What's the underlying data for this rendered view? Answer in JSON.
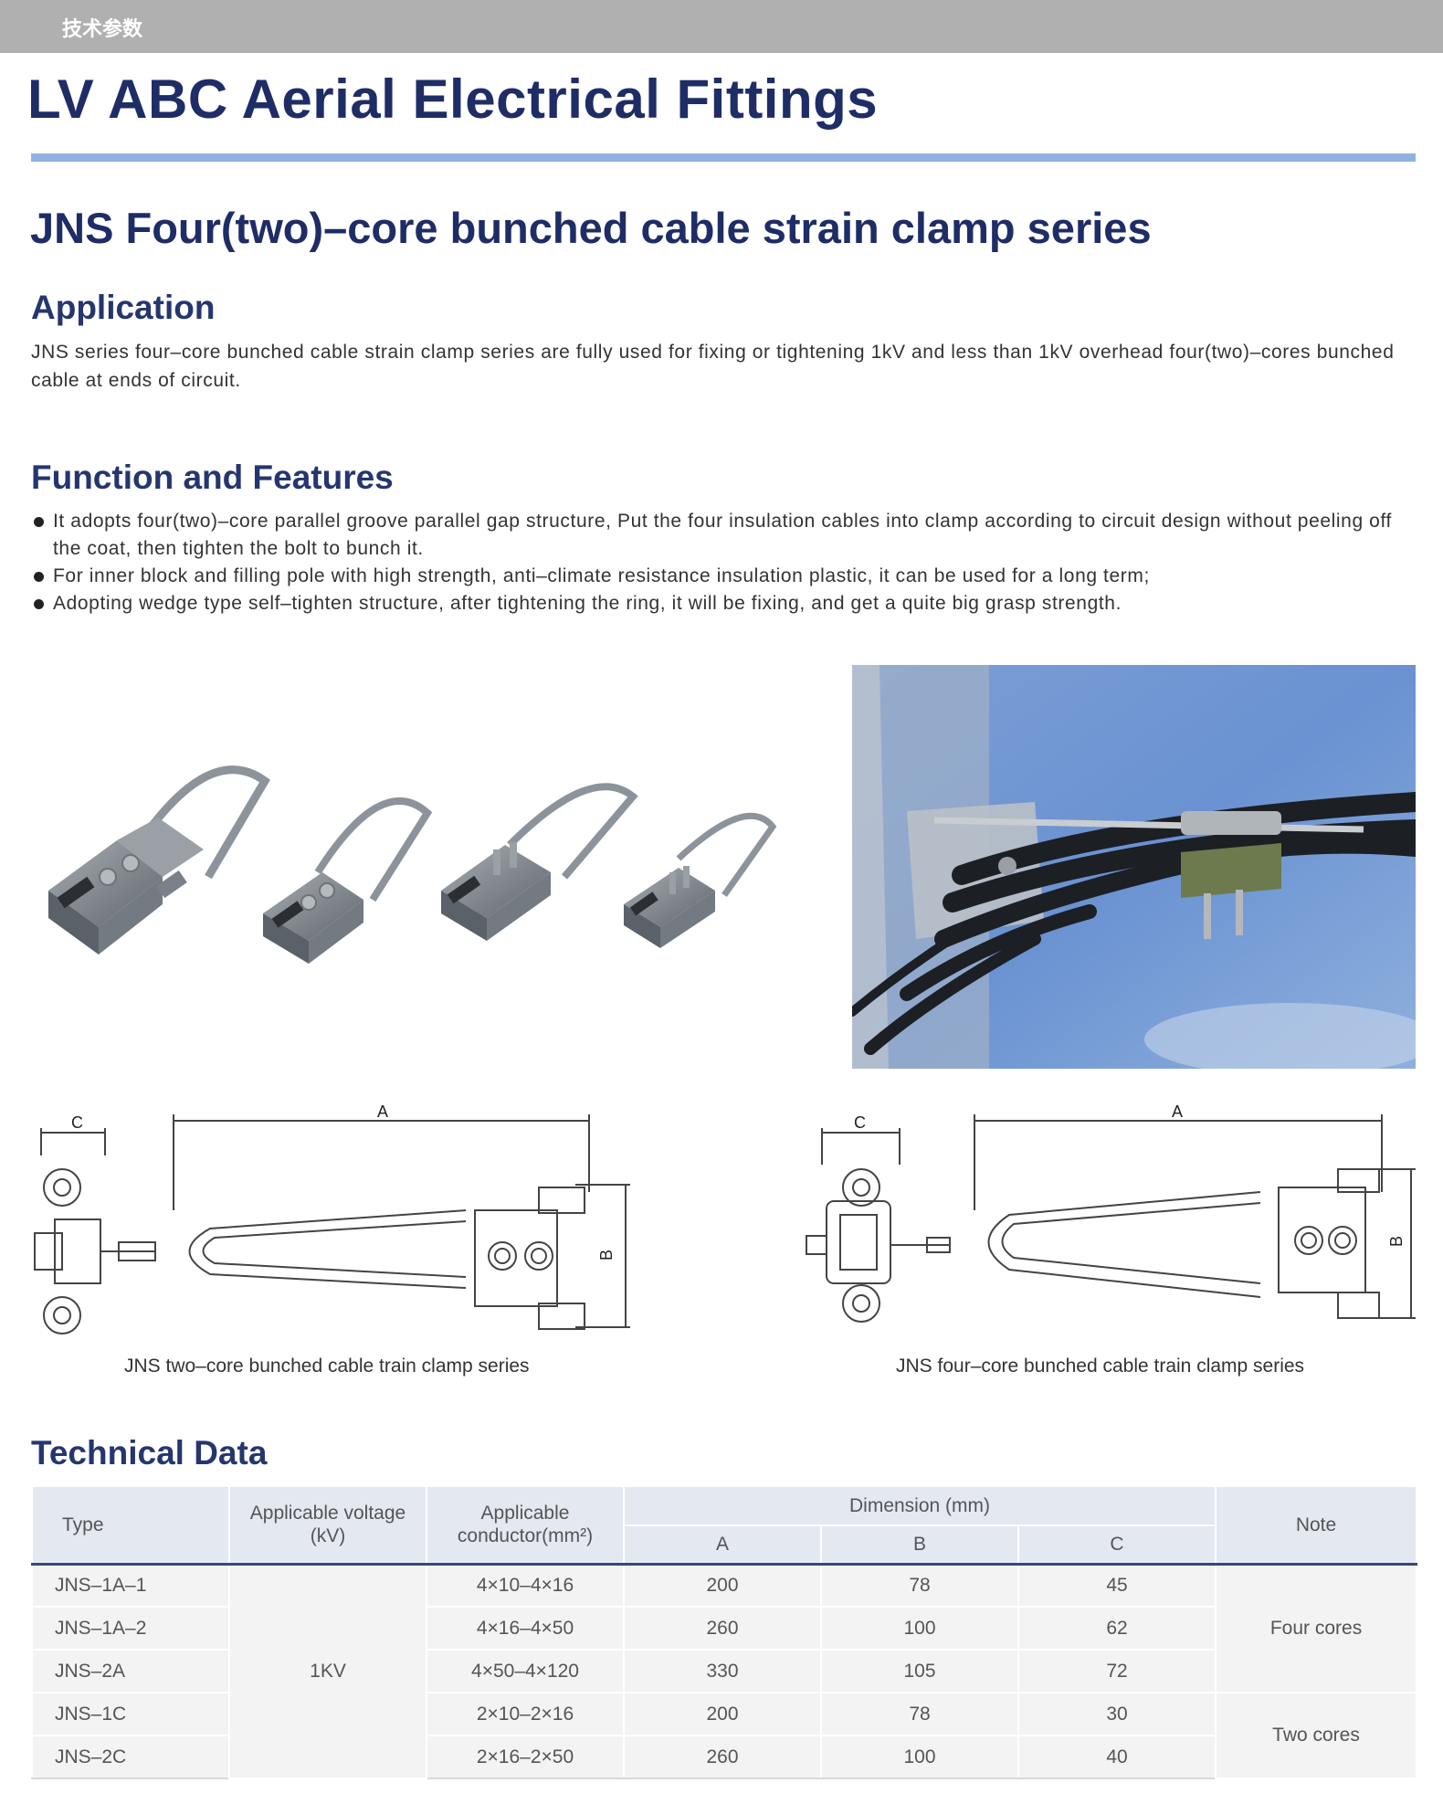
{
  "header": {
    "label": "技术参数"
  },
  "title": "LV ABC Aerial Electrical Fittings",
  "series_title": "JNS Four(two)–core bunched cable strain clamp series",
  "application": {
    "heading": "Application",
    "body": "JNS series four–core bunched cable strain clamp series are fully used for fixing or tightening 1kV and less than 1kV overhead four(two)–cores bunched cable at ends of circuit."
  },
  "features": {
    "heading": "Function and Features",
    "items": [
      "It adopts four(two)–core parallel groove parallel gap structure, Put the four insulation cables into clamp according to circuit design without peeling off the coat, then tighten the bolt to bunch it.",
      "For inner block and filling pole with high strength, anti–climate resistance insulation plastic, it can be used for a long term;",
      "Adopting wedge type self–tighten structure, after tightening the ring, it will be fixing, and get a quite big grasp strength."
    ]
  },
  "drawings": {
    "two_core": {
      "caption": "JNS two–core bunched cable train clamp series",
      "label_a": "A",
      "label_b": "B",
      "label_c": "C"
    },
    "four_core": {
      "caption": "JNS four–core bunched cable train clamp series",
      "label_a": "A",
      "label_b": "B",
      "label_c": "C"
    }
  },
  "technical": {
    "heading": "Technical Data",
    "columns": {
      "type": "Type",
      "voltage": "Applicable voltage (kV)",
      "conductor": "Applicable conductor(mm²)",
      "dimension": "Dimension (mm)",
      "a": "A",
      "b": "B",
      "c": "C",
      "note": "Note"
    },
    "voltage_value": "1KV",
    "note_four": "Four cores",
    "note_two": "Two cores",
    "rows": [
      {
        "type": "JNS–1A–1",
        "conductor": "4×10–4×16",
        "a": "200",
        "b": "78",
        "c": "45"
      },
      {
        "type": "JNS–1A–2",
        "conductor": "4×16–4×50",
        "a": "260",
        "b": "100",
        "c": "62"
      },
      {
        "type": "JNS–2A",
        "conductor": "4×50–4×120",
        "a": "330",
        "b": "105",
        "c": "72"
      },
      {
        "type": "JNS–1C",
        "conductor": "2×10–2×16",
        "a": "200",
        "b": "78",
        "c": "30"
      },
      {
        "type": "JNS–2C",
        "conductor": "2×16–2×50",
        "a": "260",
        "b": "100",
        "c": "40"
      }
    ]
  }
}
